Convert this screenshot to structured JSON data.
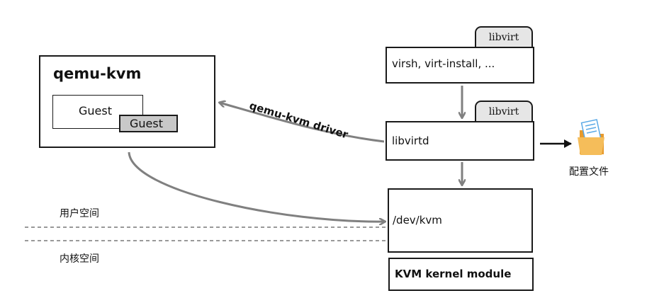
{
  "qemu": {
    "title": "qemu-kvm",
    "guest_back": "Guest",
    "guest_front": "Guest"
  },
  "libvirt_tabs": {
    "tab1": "libvirt",
    "tab2": "libvirt"
  },
  "tools": {
    "label": "virsh, virt-install, ..."
  },
  "daemon": {
    "label": "libvirtd"
  },
  "kvm_device": {
    "label": "/dev/kvm"
  },
  "kernel_module": {
    "label": "KVM kernel module"
  },
  "driver_label": "qemu-kvm driver",
  "spaces": {
    "user": "用户空间",
    "kernel": "内核空间"
  },
  "config": {
    "label": "配置文件",
    "icon": "folder-file-icon"
  },
  "colors": {
    "arrow_gray": "#808080",
    "guest_fill": "#c8c8c8",
    "tab_fill": "#e6e6e6",
    "folder": "#f2b24a",
    "doc": "#5aa9e6"
  }
}
